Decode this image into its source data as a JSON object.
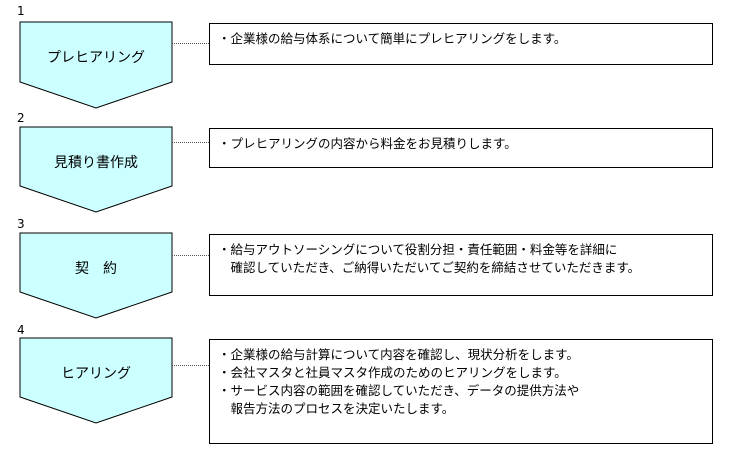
{
  "steps": [
    {
      "number": "1",
      "title": "プレヒアリング",
      "lines": [
        "・企業様の給与体系について簡単にプレヒアリングをします。"
      ]
    },
    {
      "number": "2",
      "title": "見積り書作成",
      "lines": [
        "・プレヒアリングの内容から料金をお見積りします。"
      ]
    },
    {
      "number": "3",
      "title": "契　約",
      "lines": [
        "・給与アウトソーシングについて役割分担・責任範囲・料金等を詳細に",
        "　確認していただき、ご納得いただいてご契約を締結させていただきます。"
      ]
    },
    {
      "number": "4",
      "title": "ヒアリング",
      "lines": [
        "・企業様の給与計算について内容を確認し、現状分析をします。",
        "・会社マスタと社員マスタ作成のためのヒアリングをします。",
        "・サービス内容の範囲を確認していただき、データの提供方法や",
        "　報告方法のプロセスを決定いたします。"
      ]
    }
  ],
  "colors": {
    "chevron_fill": "#CCFFFF",
    "border": "#000000",
    "connector": "#555555"
  }
}
